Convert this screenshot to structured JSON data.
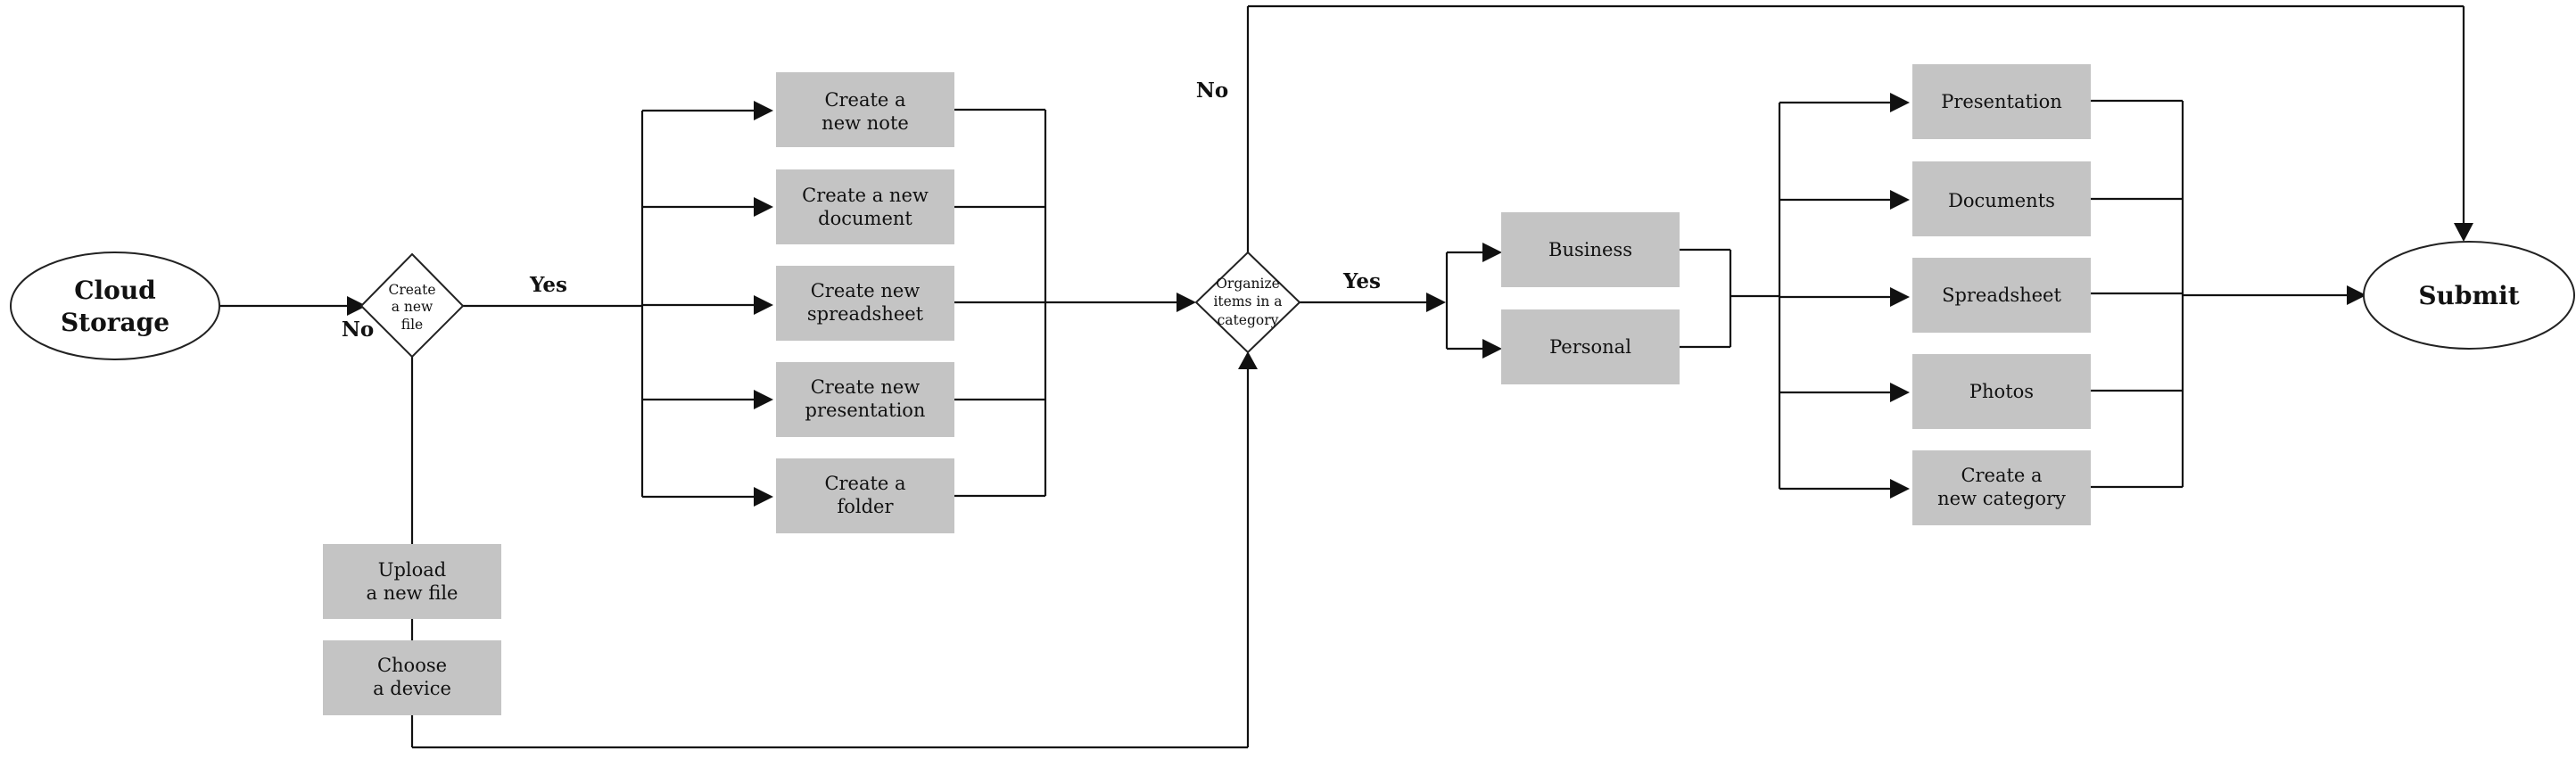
{
  "start": {
    "lines": [
      "Cloud",
      "Storage"
    ]
  },
  "end": {
    "lines": [
      "Submit"
    ]
  },
  "decision1": {
    "lines": [
      "Create",
      "a new",
      "file"
    ],
    "yes_label": "Yes",
    "no_label": "No"
  },
  "decision2": {
    "lines": [
      "Organize",
      "items in a",
      "category"
    ],
    "yes_label": "Yes",
    "no_label": "No"
  },
  "create_options": [
    {
      "lines": [
        "Create a",
        "new note"
      ]
    },
    {
      "lines": [
        "Create a new",
        "document"
      ]
    },
    {
      "lines": [
        "Create new",
        "spreadsheet"
      ]
    },
    {
      "lines": [
        "Create new",
        "presentation"
      ]
    },
    {
      "lines": [
        "Create a",
        "folder"
      ]
    }
  ],
  "upload_steps": [
    {
      "lines": [
        "Upload",
        "a new file"
      ]
    },
    {
      "lines": [
        "Choose",
        "a device"
      ]
    }
  ],
  "categories": [
    {
      "lines": [
        "Business"
      ]
    },
    {
      "lines": [
        "Personal"
      ]
    }
  ],
  "item_types": [
    {
      "lines": [
        "Presentation"
      ]
    },
    {
      "lines": [
        "Documents"
      ]
    },
    {
      "lines": [
        "Spreadsheet"
      ]
    },
    {
      "lines": [
        "Photos"
      ]
    },
    {
      "lines": [
        "Create a",
        "new category"
      ]
    }
  ]
}
